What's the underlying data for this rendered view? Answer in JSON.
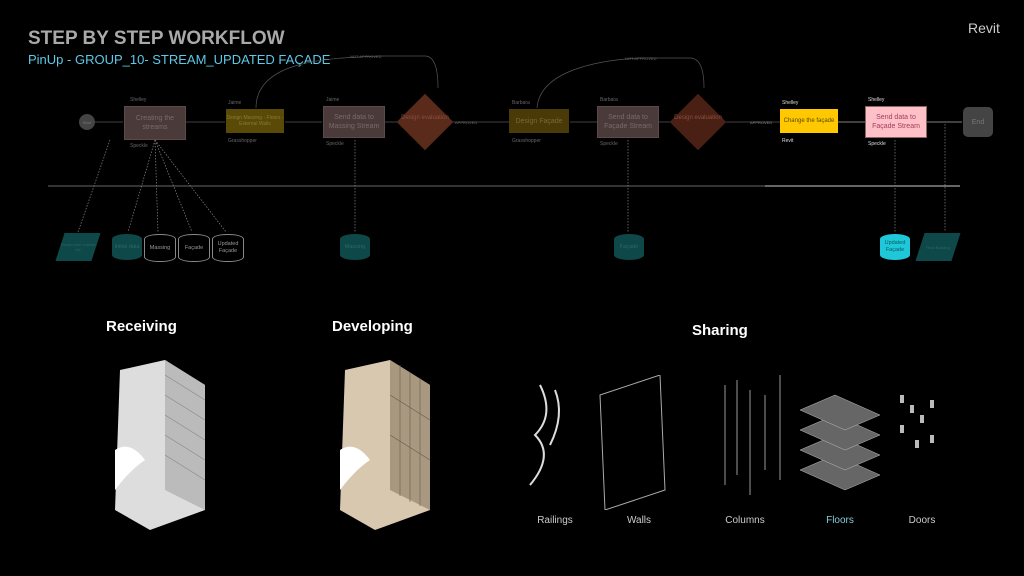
{
  "title": "STEP BY STEP WORKFLOW",
  "subtitle": "PinUp - GROUP_10- STREAM_UPDATED FAÇADE",
  "app": "Revit",
  "flow": {
    "start": "Start",
    "n1": {
      "text": "Creating the streams",
      "top": "Shelley",
      "bottom": "Speckle"
    },
    "n2": {
      "text": "Design Massing - Floors - External Walls",
      "top": "Jaime",
      "bottom": "Grasshopper"
    },
    "n3": {
      "text": "Send data to Massing Stream",
      "top": "Jaime",
      "bottom": "Speckle"
    },
    "d1": "Design evaluation",
    "n4": {
      "text": "Design Façade",
      "top": "Barbara",
      "bottom": "Grasshopper"
    },
    "n5": {
      "text": "Send data to Façade Stream",
      "top": "Barbara",
      "bottom": "Speckle"
    },
    "d2": "Design evaluation",
    "n6": {
      "text": "Change the façade",
      "top": "Shelley",
      "bottom": "Revit"
    },
    "n7": {
      "text": "Send data to Façade Stream",
      "top": "Shelley",
      "bottom": "Speckle"
    },
    "end": "End",
    "not_approved": "NOT APPROVED",
    "approved": "APPROVED",
    "colors": {
      "n1": "#4a3a3a",
      "n2": "#5a4a08",
      "d": "#5a2a1a",
      "n6": "#ffc800",
      "n7": "#ffc0c8",
      "end": "#444444",
      "data": "#0e4848",
      "data_active": "#1ec8d8"
    }
  },
  "data_stores": {
    "input": "Terrain river volume etc",
    "initial": "Initial data",
    "massing": "Massing",
    "facade": "Façade",
    "updated_facade": "Updated Façade",
    "massing2": "Massing",
    "facade2": "Façade",
    "updated_facade2": "Updated Façade",
    "final": "Final Building"
  },
  "sections": {
    "receiving": "Receiving",
    "developing": "Developing",
    "sharing": "Sharing"
  },
  "sharing_items": [
    "Railings",
    "Walls",
    "Columns",
    "Floors",
    "Doors"
  ]
}
